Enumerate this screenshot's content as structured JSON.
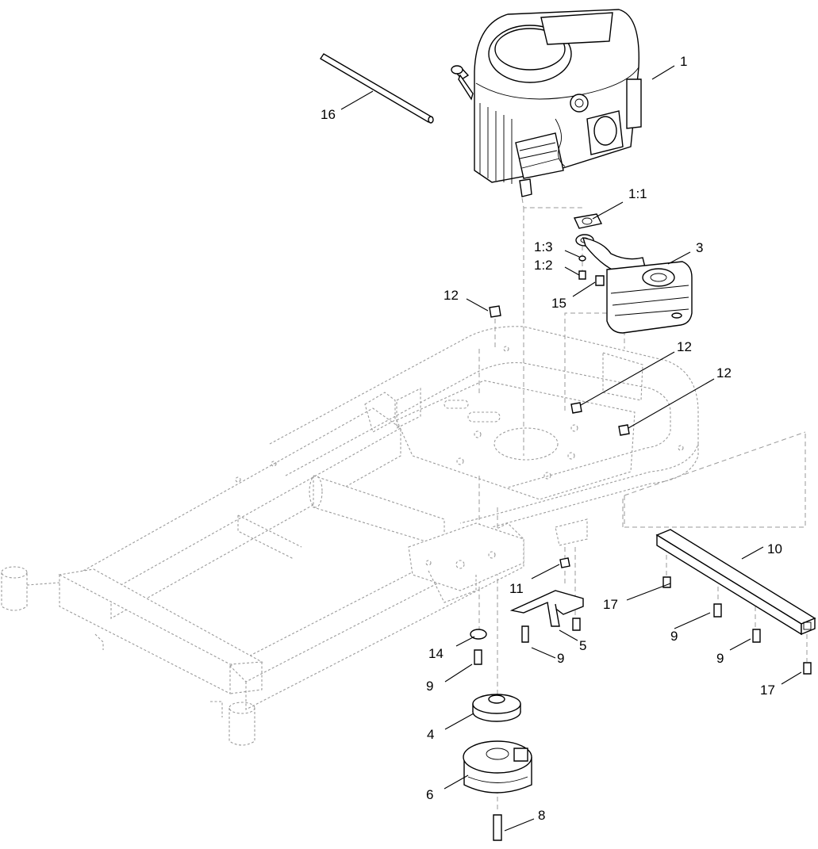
{
  "callouts": {
    "c1": "1",
    "c1_1": "1:1",
    "c1_3": "1:3",
    "c1_2": "1:2",
    "c3": "3",
    "c15": "15",
    "c16": "16",
    "c12a": "12",
    "c12b": "12",
    "c12c": "12",
    "c10": "10",
    "c11": "11",
    "c17a": "17",
    "c17b": "17",
    "c14": "14",
    "c9a": "9",
    "c9b": "9",
    "c9c": "9",
    "c9d": "9",
    "c5": "5",
    "c4": "4",
    "c6": "6",
    "c8": "8"
  }
}
